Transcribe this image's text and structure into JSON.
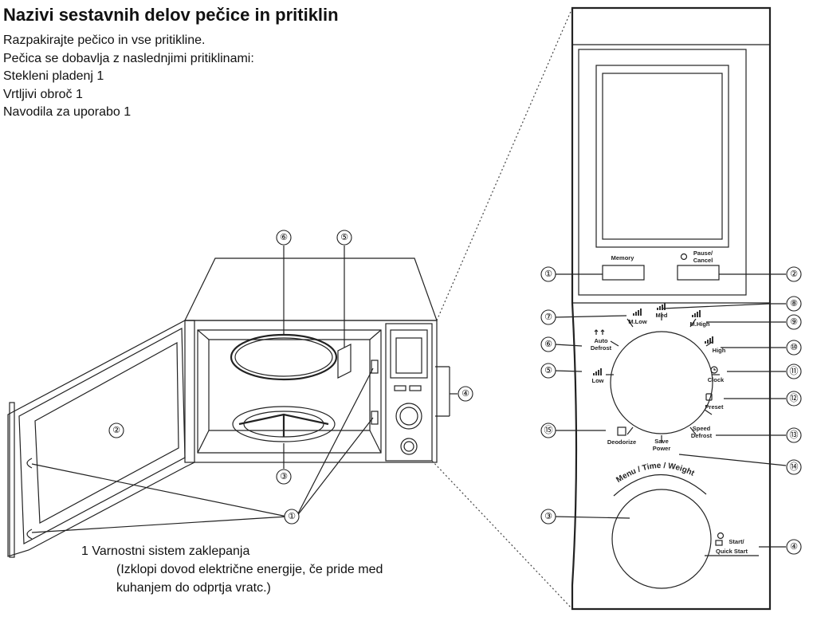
{
  "heading": "Nazivi sestavnih delov pečice in pritiklin",
  "intro": [
    "Razpakirajte pečico in vse pritikline.",
    "Pečica se dobavlja z naslednjimi pritiklinami:",
    "Stekleni pladenj  1",
    "Vrtljivi obroč  1",
    "Navodila za uporabo  1"
  ],
  "note": {
    "line1": "1  Varnostni sistem zaklepanja",
    "line2": "(Izklopi dovod električne energije, če pride med",
    "line3": "kuhanjem do odprtja vratc.)"
  },
  "oven_callouts": [
    "①",
    "②",
    "③",
    "④",
    "⑤",
    "⑥"
  ],
  "panel_callouts": [
    "①",
    "②",
    "③",
    "④",
    "⑤",
    "⑥",
    "⑦",
    "⑧",
    "⑨",
    "⑩",
    "⑪",
    "⑫",
    "⑬",
    "⑭",
    "⑮"
  ],
  "panel_labels": {
    "memory": "Memory",
    "pause_cancel_1": "Pause/",
    "pause_cancel_2": "Cancel",
    "m_low": "M.Low",
    "med": "Med",
    "m_high": "M.High",
    "high": "High",
    "low": "Low",
    "auto_defrost_1": "Auto",
    "auto_defrost_2": "Defrost",
    "clock": "Clock",
    "preset": "Preset",
    "speed_defrost_1": "Speed",
    "speed_defrost_2": "Defrost",
    "save_power_1": "Save",
    "save_power_2": "Power",
    "deodorize": "Deodorize",
    "menu_time_weight": "Menu / Time / Weight",
    "start_1": "Start/",
    "start_2": "Quick Start"
  }
}
